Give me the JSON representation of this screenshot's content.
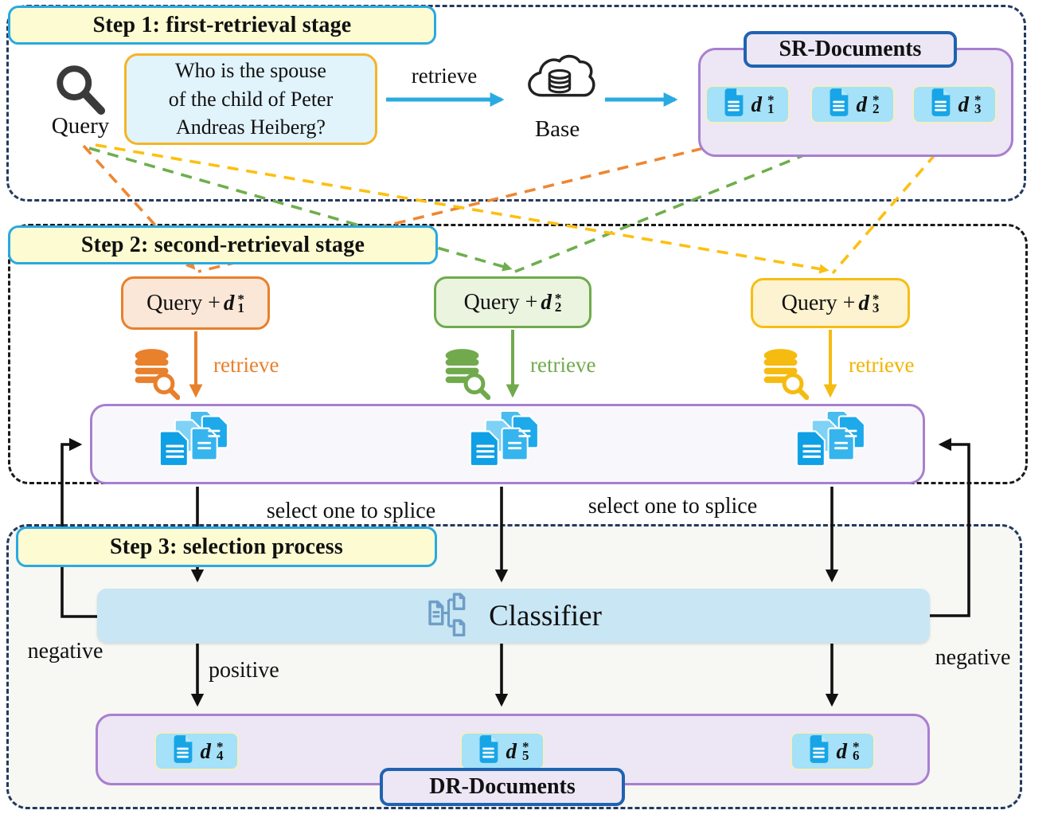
{
  "colors": {
    "step_label_bg": "#fcfbd2",
    "step_label_border": "#2aa9e1",
    "container_dash_navy": "#24395e",
    "container_dash_black": "#1a1a1a",
    "question_bg": "#e1f3fb",
    "question_border": "#f4b427",
    "arrow_blue": "#29abe2",
    "purple_border": "#a87fd0",
    "lavender_bg": "#ece6f5",
    "badge_border": "#1f63b0",
    "chip_bg": "#a5e1f8",
    "doc_icon_blue": "#18a5e7",
    "branch1_accent": "#e8802c",
    "branch1_bg": "#fbe7d7",
    "branch2_accent": "#71aa4d",
    "branch2_bg": "#eaf4df",
    "branch3_accent": "#f8bd13",
    "branch3_bg": "#fdf3d0",
    "classifier_bg": "#c9e6f4",
    "classifier_icon": "#6e9ec7",
    "step3_bg": "#f7f7f3"
  },
  "step1": {
    "label": "Step 1: first-retrieval stage",
    "query_label": "Query",
    "question": "Who  is  the  spouse\nof the child of Peter\nAndreas Heiberg?",
    "retrieve_label": "retrieve",
    "base_label": "Base",
    "sr_title": "SR-Documents",
    "docs": [
      {
        "base": "d",
        "sup": "*",
        "sub": "1"
      },
      {
        "base": "d",
        "sup": "*",
        "sub": "2"
      },
      {
        "base": "d",
        "sup": "*",
        "sub": "3"
      }
    ]
  },
  "step2": {
    "label": "Step 2: second-retrieval stage",
    "branches": [
      {
        "prefix": "Query + ",
        "base": "d",
        "sup": "*",
        "sub": "1",
        "retrieve_label": "retrieve"
      },
      {
        "prefix": "Query + ",
        "base": "d",
        "sup": "*",
        "sub": "2",
        "retrieve_label": "retrieve"
      },
      {
        "prefix": "Query + ",
        "base": "d",
        "sup": "*",
        "sub": "3",
        "retrieve_label": "retrieve"
      }
    ],
    "select_label_left": "select one to splice",
    "select_label_right": "select one to splice"
  },
  "step3": {
    "label": "Step 3: selection process",
    "classifier_label": "Classifier",
    "positive_label": "positive",
    "negative_label_left": "negative",
    "negative_label_right": "negative",
    "dr_title": "DR-Documents",
    "docs": [
      {
        "base": "d",
        "sup": "*",
        "sub": "4"
      },
      {
        "base": "d",
        "sup": "*",
        "sub": "5"
      },
      {
        "base": "d",
        "sup": "*",
        "sub": "6"
      }
    ]
  }
}
